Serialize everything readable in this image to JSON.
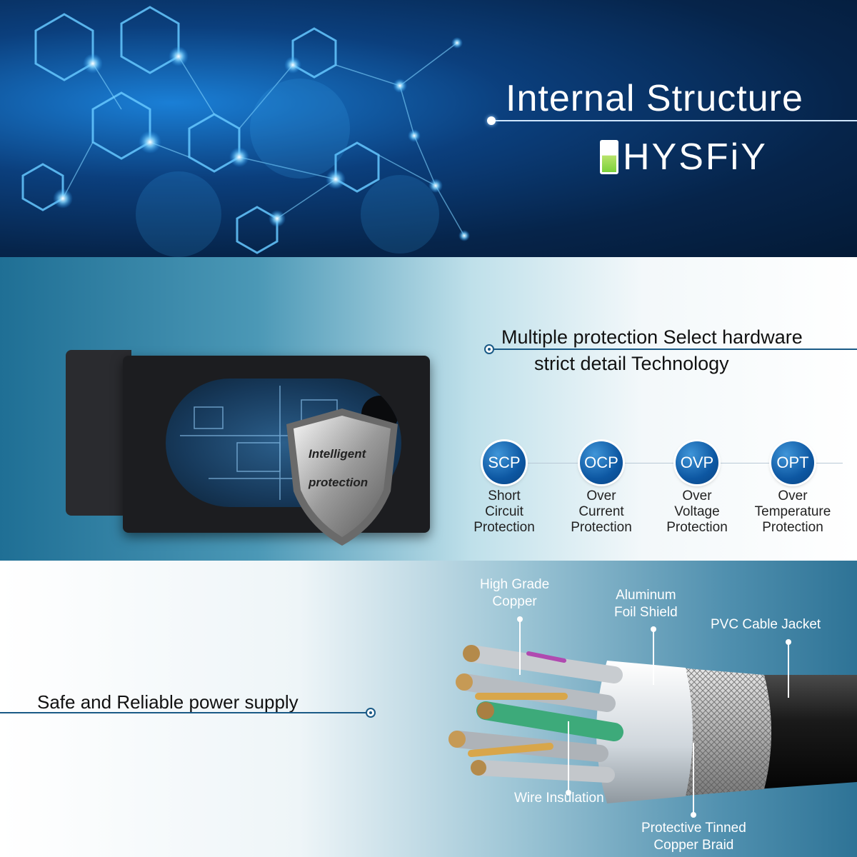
{
  "header": {
    "title": "Internal Structure",
    "brand": "HYSFiY"
  },
  "adapter": {
    "shield_line1": "Intelligent",
    "shield_line2": "protection"
  },
  "protection": {
    "headline_line1": "Multiple protection Select hardware",
    "headline_line2": "strict detail Technology",
    "badges": [
      {
        "code": "SCP",
        "label": [
          "Short",
          "Circuit",
          "Protection"
        ]
      },
      {
        "code": "OCP",
        "label": [
          "Over",
          "Current",
          "Protection"
        ]
      },
      {
        "code": "OVP",
        "label": [
          "Over",
          "Voltage",
          "Protection"
        ]
      },
      {
        "code": "OPT",
        "label": [
          "Over",
          "Temperature",
          "Protection"
        ]
      }
    ]
  },
  "cable": {
    "tagline": "Safe and Reliable power supply",
    "labels": {
      "copper": [
        "High Grade",
        "Copper"
      ],
      "foil": [
        "Aluminum",
        "Foil Shield"
      ],
      "jacket": "PVC Cable Jacket",
      "insulation": "Wire Insulation",
      "braid": [
        "Protective Tinned",
        "Copper Braid"
      ]
    }
  }
}
